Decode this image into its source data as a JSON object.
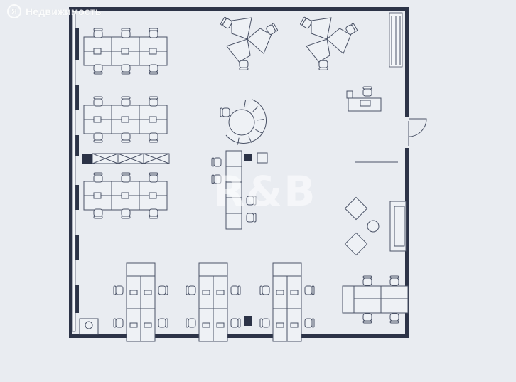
{
  "watermark": {
    "logo_text": "Я",
    "site_name": "Недвижимость",
    "logo_icon": "yandex-realty-logo-icon"
  },
  "brand_mark": {
    "text": "R&B"
  },
  "colors": {
    "background": "#e9ecf1",
    "wall": "#2c3347",
    "line": "#4a5266"
  }
}
